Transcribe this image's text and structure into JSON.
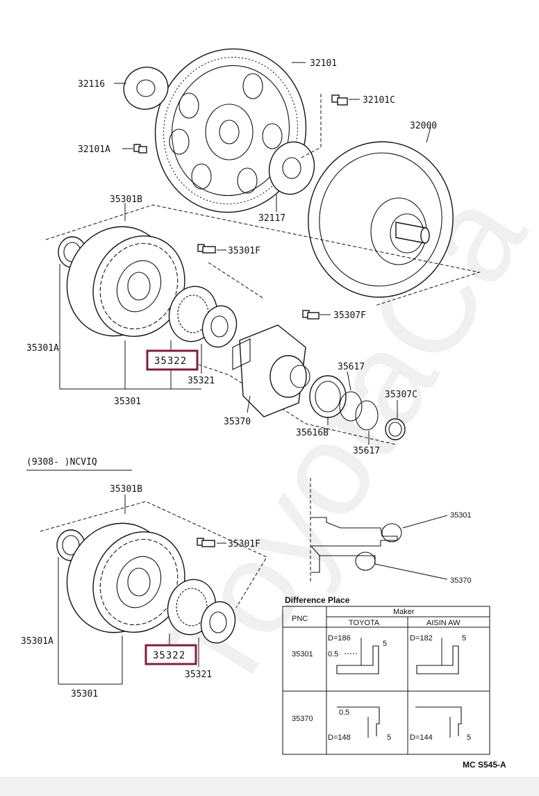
{
  "diagram": {
    "labels": {
      "p32101": "32101",
      "p32116": "32116",
      "p32101C": "32101C",
      "p32000": "32000",
      "p32101A": "32101A",
      "p32117": "32117",
      "p35301B_top": "35301B",
      "p35301F_top": "35301F",
      "p35307F": "35307F",
      "p35301A_top": "35301A",
      "p35322_top": "35322",
      "p35321_top": "35321",
      "p35301_top": "35301",
      "p35617_a": "35617",
      "p35307C": "35307C",
      "p35370_top": "35370",
      "p35616B": "35616B",
      "p35617_b": "35617",
      "variant": "(9308-    )NCVIQ",
      "p35301B_bot": "35301B",
      "p35301F_bot": "35301F",
      "p35301A_bot": "35301A",
      "p35322_bot": "35322",
      "p35321_bot": "35321",
      "p35301_bot": "35301",
      "detail_35301": "35301",
      "detail_35370": "35370"
    },
    "highlight_color": "#8b1a3c",
    "watermark": "ToyotaCa",
    "footer": "MC  S545-A"
  },
  "difference_table": {
    "title": "Difference Place",
    "pnc_header": "PNC",
    "maker_header": "Maker",
    "makers": [
      "TOYOTA",
      "AISIN AW"
    ],
    "rows": [
      {
        "pnc": "35301",
        "toyota": {
          "d": "D=186",
          "w": "5",
          "offset": "0.5"
        },
        "aisin": {
          "d": "D=182",
          "w": "5"
        }
      },
      {
        "pnc": "35370",
        "toyota": {
          "d": "D=148",
          "w": "5",
          "offset": "0.5"
        },
        "aisin": {
          "d": "D=144",
          "w": "5"
        }
      }
    ]
  }
}
